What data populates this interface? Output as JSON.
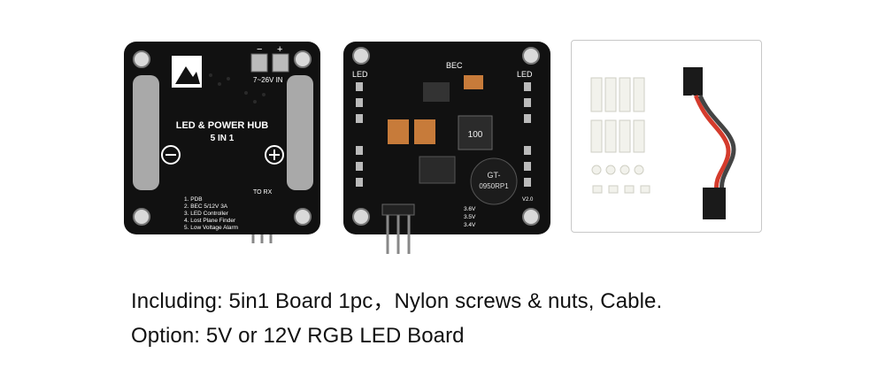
{
  "back_board": {
    "hub_title": "LED & POWER HUB",
    "hub_subtitle": "5 IN 1",
    "voltage_label": "7~26V IN",
    "minus": "−",
    "plus": "+",
    "to_rx": "TO RX",
    "features": [
      "1. PDB",
      "2. BEC 5/12V 3A",
      "3. LED Controller",
      "4. Lost Plane Finder",
      "5. Low Voltage Alarm"
    ]
  },
  "front_board": {
    "led_left": "LED",
    "led_right": "LED",
    "bec_label": "BEC",
    "inductor_code": "100",
    "buzzer_text_1": "GT-",
    "buzzer_text_2": "0950RP1",
    "version": "V2.0",
    "voltages": [
      "3.6V",
      "3.5V",
      "3.4V"
    ]
  },
  "captions": {
    "line1": "Including: 5in1 Board 1pc，Nylon screws & nuts, Cable.",
    "line2": "Option: 5V or 12V RGB LED Board"
  }
}
